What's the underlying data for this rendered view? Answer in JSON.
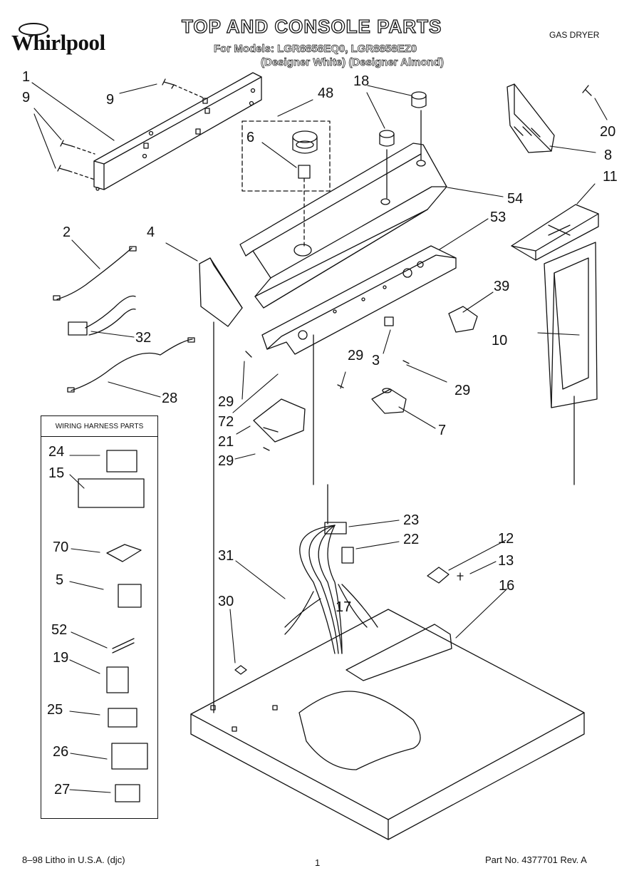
{
  "header": {
    "brand": "Whirlpool",
    "title": "TOP AND CONSOLE PARTS",
    "models_line": "For Models: LGR8858EQ0, LGR8858EZ0",
    "variants_line": "(Designer White) (Designer Almond)",
    "product_type": "GAS DRYER"
  },
  "callouts": [
    {
      "id": "c1",
      "label": "1"
    },
    {
      "id": "c9a",
      "label": "9"
    },
    {
      "id": "c9b",
      "label": "9"
    },
    {
      "id": "c48",
      "label": "48"
    },
    {
      "id": "c6",
      "label": "6"
    },
    {
      "id": "c18",
      "label": "18"
    },
    {
      "id": "c20",
      "label": "20"
    },
    {
      "id": "c8",
      "label": "8"
    },
    {
      "id": "c11",
      "label": "11"
    },
    {
      "id": "c54",
      "label": "54"
    },
    {
      "id": "c53",
      "label": "53"
    },
    {
      "id": "c2",
      "label": "2"
    },
    {
      "id": "c4",
      "label": "4"
    },
    {
      "id": "c32",
      "label": "32"
    },
    {
      "id": "c28",
      "label": "28"
    },
    {
      "id": "c39",
      "label": "39"
    },
    {
      "id": "c10",
      "label": "10"
    },
    {
      "id": "c3",
      "label": "3"
    },
    {
      "id": "c29a",
      "label": "29"
    },
    {
      "id": "c29b",
      "label": "29"
    },
    {
      "id": "c29c",
      "label": "29"
    },
    {
      "id": "c29d",
      "label": "29"
    },
    {
      "id": "c72",
      "label": "72"
    },
    {
      "id": "c21",
      "label": "21"
    },
    {
      "id": "c7",
      "label": "7"
    },
    {
      "id": "c23",
      "label": "23"
    },
    {
      "id": "c22",
      "label": "22"
    },
    {
      "id": "c12",
      "label": "12"
    },
    {
      "id": "c13",
      "label": "13"
    },
    {
      "id": "c16",
      "label": "16"
    },
    {
      "id": "c31",
      "label": "31"
    },
    {
      "id": "c17",
      "label": "17"
    },
    {
      "id": "c30",
      "label": "30"
    }
  ],
  "wiring_box": {
    "title": "WIRING HARNESS PARTS",
    "items": [
      {
        "label": "24"
      },
      {
        "label": "15"
      },
      {
        "label": "70"
      },
      {
        "label": "5"
      },
      {
        "label": "52"
      },
      {
        "label": "19"
      },
      {
        "label": "25"
      },
      {
        "label": "26"
      },
      {
        "label": "27"
      }
    ]
  },
  "footer": {
    "left": "8–98 Litho in U.S.A. (djc)",
    "page": "1",
    "right": "Part No. 4377701 Rev. A"
  }
}
